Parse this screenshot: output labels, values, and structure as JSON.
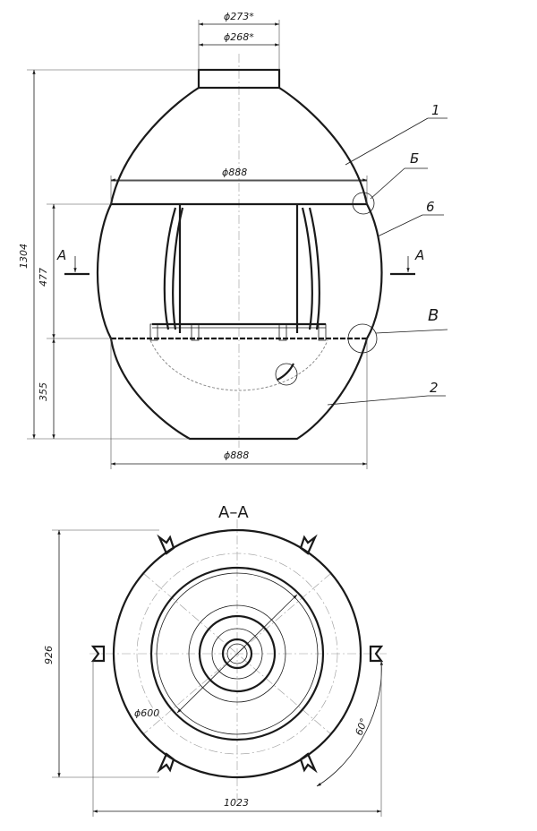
{
  "front_view": {
    "dim_outer_pipe": "ϕ273*",
    "dim_inner_pipe": "ϕ268*",
    "dim_mid_width": "ϕ888",
    "dim_bottom_width": "ϕ888",
    "dim_total_height": "1304",
    "dim_middle_height": "477",
    "dim_bottom_height": "355",
    "callouts": [
      "1",
      "Б",
      "6",
      "В",
      "2"
    ],
    "section_mark": "A"
  },
  "section_view": {
    "title": "A–A",
    "dim_height": "926",
    "dim_width": "1023",
    "dim_diameter": "ϕ600",
    "dim_angle": "60°"
  }
}
